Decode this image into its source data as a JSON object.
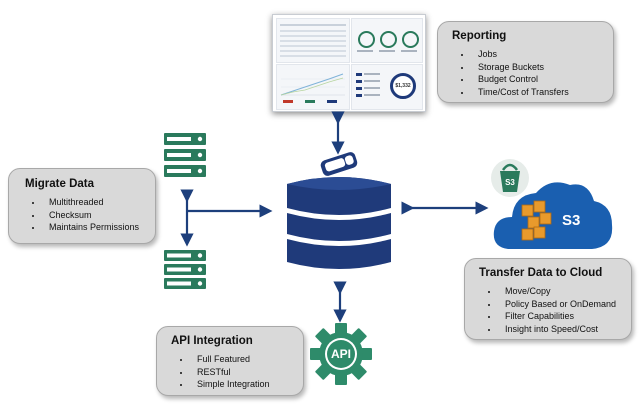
{
  "reporting": {
    "title": "Reporting",
    "items": [
      "Jobs",
      "Storage Buckets",
      "Budget Control",
      "Time/Cost of Transfers"
    ]
  },
  "migrate": {
    "title": "Migrate Data",
    "items": [
      "Multithreaded",
      "Checksum",
      "Maintains Permissions"
    ]
  },
  "transfer": {
    "title": "Transfer Data to Cloud",
    "items": [
      "Move/Copy",
      "Policy Based or OnDemand",
      "Filter Capabilities",
      "Insight into Speed/Cost"
    ]
  },
  "api": {
    "title": "API Integration",
    "items": [
      "Full Featured",
      "RESTful",
      "Simple Integration"
    ],
    "icon_label": "API"
  },
  "cloud": {
    "bucket_label": "S3",
    "cloud_label": "S3"
  },
  "dashboard": {
    "big_value": "$1,332"
  },
  "colors": {
    "navy": "#1f3a7a",
    "arrow": "#1d3f7c",
    "server_green": "#2a7a5c",
    "api_green": "#2e8b6a",
    "cloud_blue": "#1a5fb0",
    "box_fill": "#d9d9d9"
  },
  "icons": [
    "server-icon",
    "database-stack-icon",
    "cloud-icon",
    "s3-bucket-icon",
    "api-gear-icon",
    "dashboard-screenshot"
  ]
}
